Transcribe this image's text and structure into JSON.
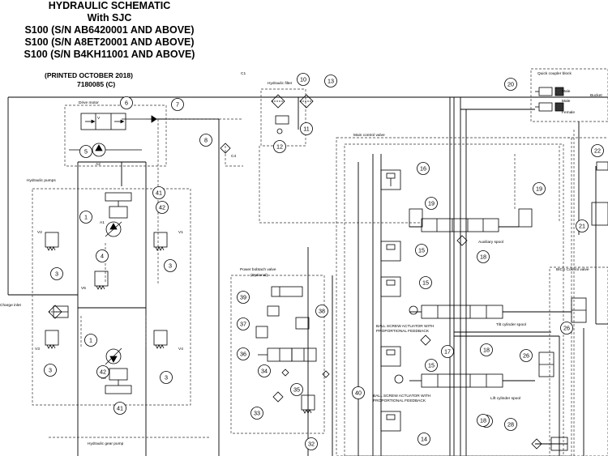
{
  "title": {
    "line1": "HYDRAULIC SCHEMATIC",
    "line2": "With SJC",
    "line3": "S100 (S/N AB6420001 AND ABOVE)",
    "line4": "S100 (S/N A8ET20001 AND ABOVE)",
    "line5": "S100 (S/N B4KH11001 AND ABOVE)",
    "printed": "(PRINTED OCTOBER 2018)",
    "doc_number": "7180085 (C)"
  },
  "labels": {
    "c1": "C1",
    "hydraulic_filter": "Hydraulic filter",
    "quick_coupler_block": "Quick coupler block",
    "bucket": "Bucket",
    "drive_motor": "Drive motor",
    "main_control_valve": "Main control valve",
    "hydraulic_pumps": "Hydraulic pumps",
    "c4": "C4",
    "auxiliary_spool": "Auxiliary spool",
    "bics_control_valve": "BICS Control valve",
    "power_bobtach_valve": "Power bobtach valve",
    "optional": "(Optional)",
    "charge_inlet": "Charge inlet",
    "tilt_cylinder_spool": "Tilt cylinder spool",
    "lift_cylinder_spool": "Lift cylinder spool",
    "ball_screw_1": "BALL SCREW ACTUATOR WITH",
    "ball_screw_2": "PROPORTIONAL FEEDBACK",
    "hydraulic_gear_pump": "Hydraulic gear pump",
    "male": "Male",
    "female": "Female",
    "v1": "V1",
    "v2": "V2",
    "v3": "V3",
    "v4": "V4",
    "v6": "V6",
    "a2": "A2",
    "a1": "A1",
    "b1": "B1",
    "b2": "B2",
    "v": "V"
  },
  "callouts": [
    {
      "n": "1"
    },
    {
      "n": "1"
    },
    {
      "n": "3"
    },
    {
      "n": "3"
    },
    {
      "n": "3"
    },
    {
      "n": "3"
    },
    {
      "n": "4"
    },
    {
      "n": "5"
    },
    {
      "n": "6"
    },
    {
      "n": "7"
    },
    {
      "n": "8"
    },
    {
      "n": "10"
    },
    {
      "n": "11"
    },
    {
      "n": "12"
    },
    {
      "n": "13"
    },
    {
      "n": "14"
    },
    {
      "n": "15"
    },
    {
      "n": "15"
    },
    {
      "n": "15"
    },
    {
      "n": "16"
    },
    {
      "n": "17"
    },
    {
      "n": "18"
    },
    {
      "n": "18"
    },
    {
      "n": "18"
    },
    {
      "n": "18"
    },
    {
      "n": "19"
    },
    {
      "n": "19"
    },
    {
      "n": "20"
    },
    {
      "n": "21"
    },
    {
      "n": "22"
    },
    {
      "n": "26"
    },
    {
      "n": "26"
    },
    {
      "n": "28"
    },
    {
      "n": "32"
    },
    {
      "n": "33"
    },
    {
      "n": "34"
    },
    {
      "n": "35"
    },
    {
      "n": "36"
    },
    {
      "n": "37"
    },
    {
      "n": "38"
    },
    {
      "n": "39"
    },
    {
      "n": "40"
    },
    {
      "n": "41"
    },
    {
      "n": "41"
    },
    {
      "n": "42"
    },
    {
      "n": "42"
    }
  ],
  "colors": {
    "line": "#000000",
    "dashed": "#333333",
    "background": "#ffffff"
  }
}
